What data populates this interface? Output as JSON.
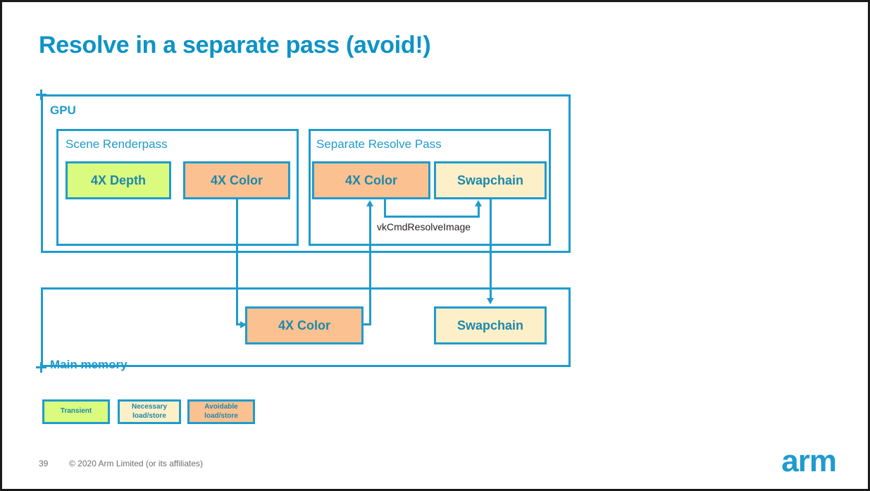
{
  "slide": {
    "title": "Resolve in a separate pass (avoid!)",
    "accent_color": "#1f9bcd",
    "title_color": "#0d93c6"
  },
  "regions": {
    "gpu": {
      "label": "GPU"
    },
    "main_memory": {
      "label": "Main memory"
    }
  },
  "passes": {
    "scene": {
      "label": "Scene Renderpass"
    },
    "resolve": {
      "label": "Separate Resolve Pass"
    }
  },
  "nodes": {
    "scene_depth": {
      "label": "4X Depth",
      "kind": "transient",
      "fill": "#dafb7e"
    },
    "scene_color": {
      "label": "4X Color",
      "kind": "avoidable",
      "fill": "#fbc190"
    },
    "resolve_color": {
      "label": "4X Color",
      "kind": "avoidable",
      "fill": "#fbc190"
    },
    "resolve_swap": {
      "label": "Swapchain",
      "kind": "necessary",
      "fill": "#fdf0c8"
    },
    "memory_color": {
      "label": "4X Color",
      "kind": "avoidable",
      "fill": "#fbc190"
    },
    "memory_swap": {
      "label": "Swapchain",
      "kind": "necessary",
      "fill": "#fdf0c8"
    }
  },
  "edges": {
    "resolve_image_label": "vkCmdResolveImage"
  },
  "legend": [
    {
      "label": "Transient",
      "fill": "#dafb7e"
    },
    {
      "label": "Necessary\nload/store",
      "fill": "#fdf0c8"
    },
    {
      "label": "Avoidable\nload/store",
      "fill": "#fbc190"
    }
  ],
  "legend_labels": {
    "transient": "Transient",
    "necessary_line1": "Necessary",
    "necessary_line2": "load/store",
    "avoidable_line1": "Avoidable",
    "avoidable_line2": "load/store"
  },
  "footer": {
    "page_number": "39",
    "copyright": "© 2020 Arm Limited (or its affiliates)",
    "logo": "arm"
  }
}
